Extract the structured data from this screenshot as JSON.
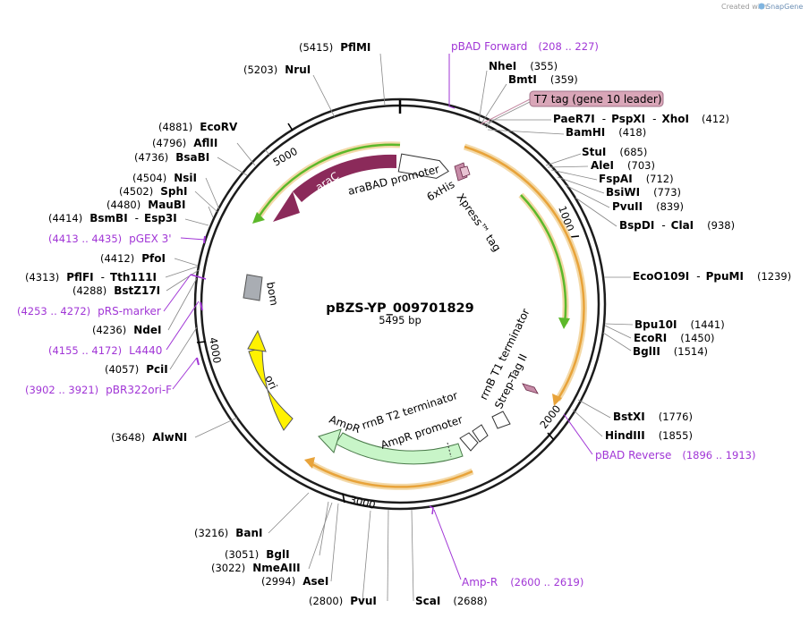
{
  "credit": {
    "prefix": "Created with",
    "brand": "SnapGene"
  },
  "plasmid": {
    "name": "pBZS-YP_009701829",
    "size": "5495 bp"
  },
  "colors": {
    "backbone": "#1c1c1c",
    "araC": "#8b2a5a",
    "bom": "#a9adb3",
    "ori": "#fff200",
    "ampr": "#c8f5c8",
    "orf_green": "#5cb82a",
    "orf_orange": "#e8a33a",
    "primer": "#a136d6",
    "t7_box": "#d9a6b8"
  },
  "ticks": [
    "1000",
    "2000",
    "3000",
    "4000",
    "5000"
  ],
  "features": {
    "araC": "araC",
    "araBAD_promoter": "araBAD promoter",
    "xpress": "Xpress™ tag",
    "his": "6xHis",
    "bom": "bom",
    "ori": "ori",
    "ampr": "AmpR",
    "ampr_promoter": "AmpR promoter",
    "rrnb_t2": "rrnB T2 terminator",
    "rrnb_t1": "rrnB T1 terminator",
    "strep": "Strep-Tag II",
    "t7": "T7 tag (gene 10 leader)"
  },
  "right_labels": [
    {
      "pos": "(5415)",
      "name": "PflMI"
    },
    {
      "pos": "(5203)",
      "name": "NruI"
    },
    {
      "name": "NheI",
      "pos": "(355)"
    },
    {
      "name": "BmtI",
      "pos": "(359)"
    },
    {
      "name": "PaeR7I",
      "sep1": "-",
      "name2": "PspXI",
      "sep2": "-",
      "name3": "XhoI",
      "pos": "(412)"
    },
    {
      "name": "BamHI",
      "pos": "(418)"
    },
    {
      "name": "StuI",
      "pos": "(685)"
    },
    {
      "name": "AleI",
      "pos": "(703)"
    },
    {
      "name": "FspAI",
      "pos": "(712)"
    },
    {
      "name": "BsiWI",
      "pos": "(773)"
    },
    {
      "name": "PvuII",
      "pos": "(839)"
    },
    {
      "name": "BspDI",
      "sep1": "-",
      "name2": "ClaI",
      "pos": "(938)"
    },
    {
      "name": "EcoO109I",
      "sep1": "-",
      "name2": "PpuMI",
      "pos": "(1239)"
    },
    {
      "name": "Bpu10I",
      "pos": "(1441)"
    },
    {
      "name": "EcoRI",
      "pos": "(1450)"
    },
    {
      "name": "BglII",
      "pos": "(1514)"
    },
    {
      "name": "BstXI",
      "pos": "(1776)"
    },
    {
      "name": "HindIII",
      "pos": "(1855)"
    }
  ],
  "left_labels": [
    {
      "pos": "(4881)",
      "name": "EcoRV"
    },
    {
      "pos": "(4796)",
      "name": "AflII"
    },
    {
      "pos": "(4736)",
      "name": "BsaBI"
    },
    {
      "pos": "(4504)",
      "name": "NsiI"
    },
    {
      "pos": "(4502)",
      "name": "SphI"
    },
    {
      "pos": "(4480)",
      "name": "MauBI"
    },
    {
      "pos": "(4414)",
      "name": "BsmBI",
      "sep1": "-",
      "name2": "Esp3I"
    },
    {
      "pos": "(4412)",
      "name": "PfoI"
    },
    {
      "pos": "(4313)",
      "name": "PflFI",
      "sep1": "-",
      "name2": "Tth111I"
    },
    {
      "pos": "(4288)",
      "name": "BstZ17I"
    },
    {
      "pos": "(4236)",
      "name": "NdeI"
    },
    {
      "pos": "(4057)",
      "name": "PciI"
    },
    {
      "pos": "(3648)",
      "name": "AlwNI"
    },
    {
      "pos": "(3216)",
      "name": "BanI"
    },
    {
      "pos": "(3051)",
      "name": "BglI"
    },
    {
      "pos": "(3022)",
      "name": "NmeAIII"
    },
    {
      "pos": "(2994)",
      "name": "AseI"
    },
    {
      "pos": "(2800)",
      "name": "PvuI"
    },
    {
      "name": "ScaI",
      "pos": "(2688)"
    }
  ],
  "primers": {
    "pbad_forward": {
      "name": "pBAD Forward",
      "range": "(208 .. 227)"
    },
    "pgex3": {
      "range": "(4413 .. 4435)",
      "name": "pGEX 3'"
    },
    "prs_marker": {
      "range": "(4253 .. 4272)",
      "name": "pRS-marker"
    },
    "l4440": {
      "range": "(4155 .. 4172)",
      "name": "L4440"
    },
    "pbr322ori": {
      "range": "(3902 .. 3921)",
      "name": "pBR322ori-F"
    },
    "pbad_reverse": {
      "name": "pBAD Reverse",
      "range": "(1896 .. 1913)"
    },
    "amp_r": {
      "name": "Amp-R",
      "range": "(2600 .. 2619)"
    }
  }
}
